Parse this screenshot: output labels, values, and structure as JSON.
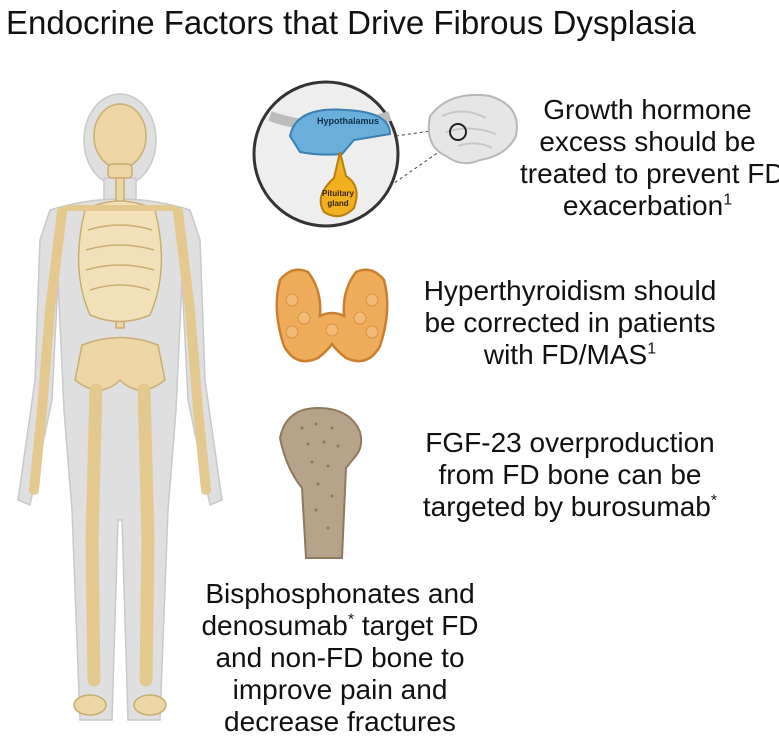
{
  "title": "Endocrine Factors that Drive Fibrous Dysplasia",
  "labels": {
    "hypothalamus": "Hypothalamus",
    "pituitary_1": "Pituitary",
    "pituitary_2": "gland"
  },
  "captions": {
    "growth_hormone": {
      "lines": [
        "Growth hormone",
        "excess should be",
        "treated to prevent FD",
        "exacerbation"
      ],
      "sup": "1"
    },
    "hyperthyroidism": {
      "lines": [
        "Hyperthyroidism should",
        "be corrected in patients",
        "with FD/MAS"
      ],
      "sup": "1"
    },
    "fgf23": {
      "lines": [
        "FGF-23 overproduction",
        "from FD bone can be",
        "targeted by burosumab"
      ],
      "sup": "*"
    },
    "bisphosphonates": {
      "lines": [
        "Bisphosphonates and",
        "denosumab",
        "target FD",
        "and non-FD bone to",
        "improve pain and",
        "decrease fractures"
      ],
      "sup": "*"
    }
  },
  "colors": {
    "bone": "#ecd6a6",
    "bone_outline": "#c9ad72",
    "body_silhouette": "#d9d9d9",
    "hypothalamus": "#6aaedc",
    "pituitary": "#f0b020",
    "thyroid": "#efad5c",
    "femur_marrow": "#b7a389"
  }
}
